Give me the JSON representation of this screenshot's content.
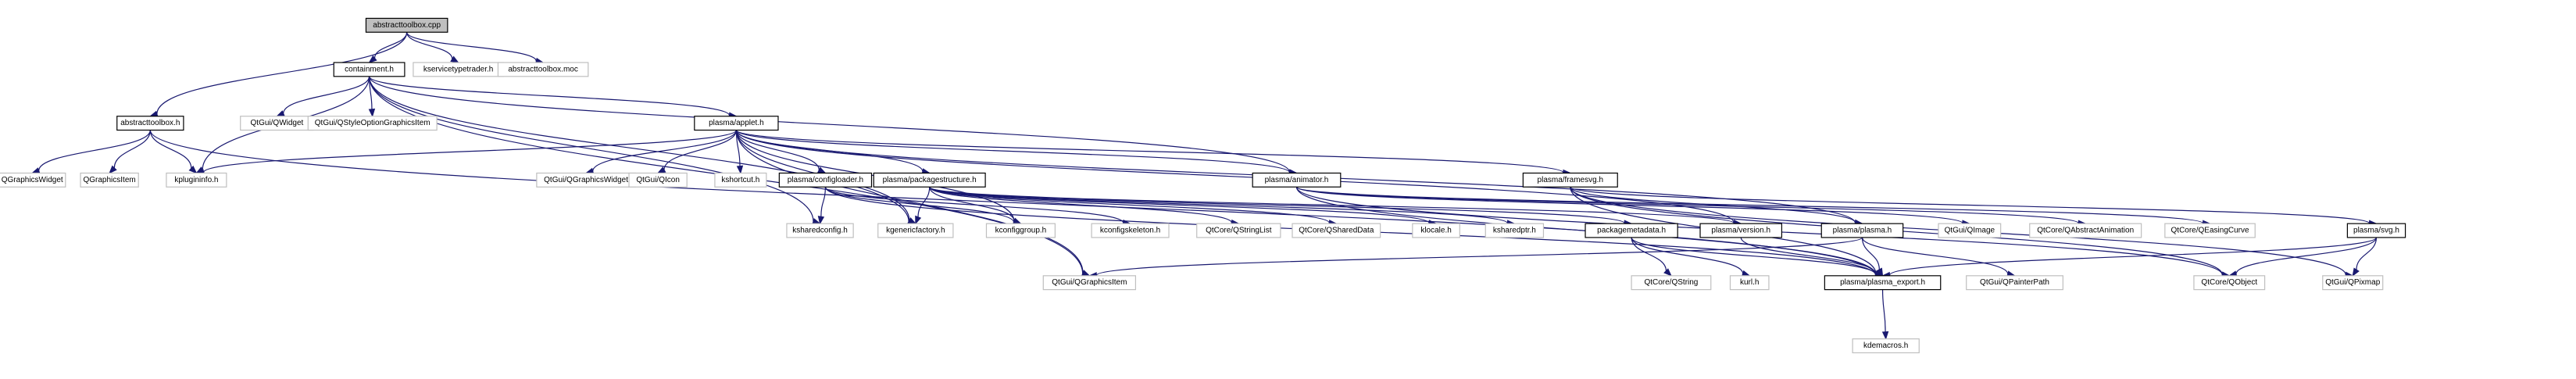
{
  "graph": {
    "title": "abstracttoolbox.cpp include dependency graph",
    "colors": {
      "edge": "#191970",
      "root_fill": "#bfbfbf",
      "documented_border": "#000000",
      "external_border": "#bfbfbf"
    },
    "nodes": [
      {
        "id": "abstracttoolbox_cpp",
        "label": "abstracttoolbox.cpp",
        "kind": "root"
      },
      {
        "id": "containment_h",
        "label": "containment.h",
        "kind": "doc"
      },
      {
        "id": "kservicetypetrader_h",
        "label": "kservicetypetrader.h",
        "kind": "ext"
      },
      {
        "id": "abstracttoolbox_moc",
        "label": "abstracttoolbox.moc",
        "kind": "ext"
      },
      {
        "id": "abstracttoolbox_h",
        "label": "abstracttoolbox.h",
        "kind": "doc"
      },
      {
        "id": "QtGui_QWidget",
        "label": "QtGui/QWidget",
        "kind": "ext"
      },
      {
        "id": "QtGui_QStyleOptionGraphicsItem",
        "label": "QtGui/QStyleOptionGraphicsItem",
        "kind": "ext"
      },
      {
        "id": "plasma_applet_h",
        "label": "plasma/applet.h",
        "kind": "doc"
      },
      {
        "id": "QGraphicsWidget",
        "label": "QGraphicsWidget",
        "kind": "ext"
      },
      {
        "id": "QGraphicsItem",
        "label": "QGraphicsItem",
        "kind": "ext"
      },
      {
        "id": "kplugininfo_h",
        "label": "kplugininfo.h",
        "kind": "ext"
      },
      {
        "id": "QtGui_QGraphicsWidget",
        "label": "QtGui/QGraphicsWidget",
        "kind": "ext"
      },
      {
        "id": "QtGui_QIcon",
        "label": "QtGui/QIcon",
        "kind": "ext"
      },
      {
        "id": "kshortcut_h",
        "label": "kshortcut.h",
        "kind": "ext"
      },
      {
        "id": "plasma_configloader_h",
        "label": "plasma/configloader.h",
        "kind": "doc"
      },
      {
        "id": "plasma_packagestructure_h",
        "label": "plasma/packagestructure.h",
        "kind": "doc"
      },
      {
        "id": "plasma_animator_h",
        "label": "plasma/animator.h",
        "kind": "doc"
      },
      {
        "id": "plasma_framesvg_h",
        "label": "plasma/framesvg.h",
        "kind": "doc"
      },
      {
        "id": "ksharedconfig_h",
        "label": "ksharedconfig.h",
        "kind": "ext"
      },
      {
        "id": "kgenericfactory_h",
        "label": "kgenericfactory.h",
        "kind": "ext"
      },
      {
        "id": "kconfiggroup_h",
        "label": "kconfiggroup.h",
        "kind": "ext"
      },
      {
        "id": "kconfigskeleton_h",
        "label": "kconfigskeleton.h",
        "kind": "ext"
      },
      {
        "id": "QtCore_QStringList",
        "label": "QtCore/QStringList",
        "kind": "ext"
      },
      {
        "id": "QtCore_QSharedData",
        "label": "QtCore/QSharedData",
        "kind": "ext"
      },
      {
        "id": "klocale_h",
        "label": "klocale.h",
        "kind": "ext"
      },
      {
        "id": "ksharedptr_h",
        "label": "ksharedptr.h",
        "kind": "ext"
      },
      {
        "id": "packagemetadata_h",
        "label": "packagemetadata.h",
        "kind": "doc"
      },
      {
        "id": "plasma_version_h",
        "label": "plasma/version.h",
        "kind": "doc"
      },
      {
        "id": "plasma_plasma_h",
        "label": "plasma/plasma.h",
        "kind": "doc"
      },
      {
        "id": "QtGui_QImage",
        "label": "QtGui/QImage",
        "kind": "ext"
      },
      {
        "id": "QtCore_QAbstractAnimation",
        "label": "QtCore/QAbstractAnimation",
        "kind": "ext"
      },
      {
        "id": "QtCore_QEasingCurve",
        "label": "QtCore/QEasingCurve",
        "kind": "ext"
      },
      {
        "id": "plasma_svg_h",
        "label": "plasma/svg.h",
        "kind": "doc"
      },
      {
        "id": "QtGui_QGraphicsItem",
        "label": "QtGui/QGraphicsItem",
        "kind": "ext"
      },
      {
        "id": "QtCore_QString",
        "label": "QtCore/QString",
        "kind": "ext"
      },
      {
        "id": "kurl_h",
        "label": "kurl.h",
        "kind": "ext"
      },
      {
        "id": "plasma_plasma_export_h",
        "label": "plasma/plasma_export.h",
        "kind": "doc"
      },
      {
        "id": "QtGui_QPainterPath",
        "label": "QtGui/QPainterPath",
        "kind": "ext"
      },
      {
        "id": "QtCore_QObject",
        "label": "QtCore/QObject",
        "kind": "ext"
      },
      {
        "id": "QtGui_QPixmap",
        "label": "QtGui/QPixmap",
        "kind": "ext"
      },
      {
        "id": "kdemacros_h",
        "label": "kdemacros.h",
        "kind": "ext"
      }
    ],
    "edges": [
      [
        "abstracttoolbox_cpp",
        "containment_h"
      ],
      [
        "abstracttoolbox_cpp",
        "kservicetypetrader_h"
      ],
      [
        "abstracttoolbox_cpp",
        "abstracttoolbox_moc"
      ],
      [
        "abstracttoolbox_cpp",
        "abstracttoolbox_h"
      ],
      [
        "containment_h",
        "QtGui_QWidget"
      ],
      [
        "containment_h",
        "QtGui_QStyleOptionGraphicsItem"
      ],
      [
        "containment_h",
        "kplugininfo_h"
      ],
      [
        "containment_h",
        "ksharedconfig_h"
      ],
      [
        "containment_h",
        "kgenericfactory_h"
      ],
      [
        "containment_h",
        "QtGui_QGraphicsItem"
      ],
      [
        "containment_h",
        "plasma_applet_h"
      ],
      [
        "containment_h",
        "plasma_animator_h"
      ],
      [
        "abstracttoolbox_h",
        "QGraphicsWidget"
      ],
      [
        "abstracttoolbox_h",
        "QGraphicsItem"
      ],
      [
        "abstracttoolbox_h",
        "kplugininfo_h"
      ],
      [
        "abstracttoolbox_h",
        "plasma_plasma_export_h"
      ],
      [
        "plasma_applet_h",
        "kplugininfo_h"
      ],
      [
        "plasma_applet_h",
        "QtGui_QGraphicsWidget"
      ],
      [
        "plasma_applet_h",
        "QtGui_QIcon"
      ],
      [
        "plasma_applet_h",
        "kshortcut_h"
      ],
      [
        "plasma_applet_h",
        "plasma_configloader_h"
      ],
      [
        "plasma_applet_h",
        "plasma_packagestructure_h"
      ],
      [
        "plasma_applet_h",
        "kconfiggroup_h"
      ],
      [
        "plasma_applet_h",
        "kgenericfactory_h"
      ],
      [
        "plasma_applet_h",
        "QtGui_QGraphicsItem"
      ],
      [
        "plasma_applet_h",
        "plasma_version_h"
      ],
      [
        "plasma_applet_h",
        "plasma_plasma_h"
      ],
      [
        "plasma_applet_h",
        "plasma_animator_h"
      ],
      [
        "plasma_applet_h",
        "plasma_framesvg_h"
      ],
      [
        "plasma_configloader_h",
        "kconfiggroup_h"
      ],
      [
        "plasma_configloader_h",
        "kconfigskeleton_h"
      ],
      [
        "plasma_configloader_h",
        "ksharedconfig_h"
      ],
      [
        "plasma_configloader_h",
        "plasma_plasma_export_h"
      ],
      [
        "plasma_packagestructure_h",
        "QtCore_QStringList"
      ],
      [
        "plasma_packagestructure_h",
        "QtCore_QSharedData"
      ],
      [
        "plasma_packagestructure_h",
        "klocale_h"
      ],
      [
        "plasma_packagestructure_h",
        "ksharedptr_h"
      ],
      [
        "plasma_packagestructure_h",
        "packagemetadata_h"
      ],
      [
        "plasma_packagestructure_h",
        "plasma_version_h"
      ],
      [
        "plasma_packagestructure_h",
        "kgenericfactory_h"
      ],
      [
        "plasma_packagestructure_h",
        "kconfiggroup_h"
      ],
      [
        "packagemetadata_h",
        "QtCore_QString"
      ],
      [
        "packagemetadata_h",
        "kurl_h"
      ],
      [
        "packagemetadata_h",
        "plasma_plasma_export_h"
      ],
      [
        "plasma_version_h",
        "plasma_plasma_export_h"
      ],
      [
        "plasma_plasma_h",
        "plasma_plasma_export_h"
      ],
      [
        "plasma_plasma_h",
        "QtGui_QPainterPath"
      ],
      [
        "plasma_plasma_h",
        "QtGui_QGraphicsItem"
      ],
      [
        "plasma_animator_h",
        "QtGui_QImage"
      ],
      [
        "plasma_animator_h",
        "QtCore_QAbstractAnimation"
      ],
      [
        "plasma_animator_h",
        "QtCore_QEasingCurve"
      ],
      [
        "plasma_animator_h",
        "plasma_plasma_export_h"
      ],
      [
        "plasma_animator_h",
        "QtCore_QObject"
      ],
      [
        "plasma_framesvg_h",
        "plasma_plasma_h"
      ],
      [
        "plasma_framesvg_h",
        "plasma_svg_h"
      ],
      [
        "plasma_framesvg_h",
        "QtCore_QObject"
      ],
      [
        "plasma_framesvg_h",
        "QtGui_QPixmap"
      ],
      [
        "plasma_framesvg_h",
        "plasma_plasma_export_h"
      ],
      [
        "plasma_svg_h",
        "QtCore_QObject"
      ],
      [
        "plasma_svg_h",
        "QtGui_QPixmap"
      ],
      [
        "plasma_svg_h",
        "plasma_plasma_export_h"
      ],
      [
        "plasma_plasma_export_h",
        "kdemacros_h"
      ]
    ]
  }
}
